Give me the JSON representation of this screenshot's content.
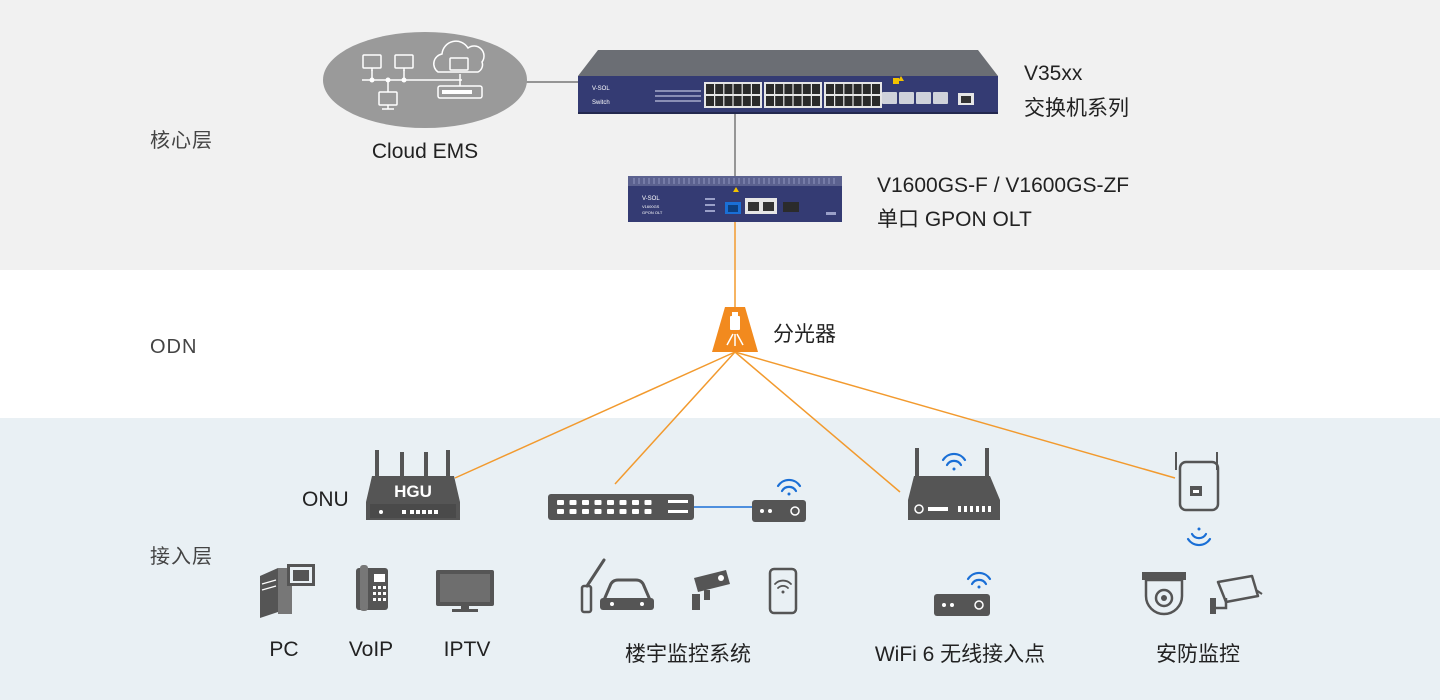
{
  "layers": {
    "core": "核心层",
    "odn": "ODN",
    "access": "接入层"
  },
  "core": {
    "cloud_label": "Cloud EMS",
    "switch_model": "V35xx",
    "switch_desc": "交换机系列",
    "switch_brand": "V-SOL",
    "switch_tag": "Switch",
    "olt_model": "V1600GS-F / V1600GS-ZF",
    "olt_desc": "单口 GPON OLT",
    "olt_brand": "V-SOL",
    "olt_tag1": "V1600GS",
    "olt_tag2": "GPON OLT"
  },
  "odn": {
    "splitter_label": "分光器"
  },
  "access": {
    "onu_label": "ONU",
    "hgu_label": "HGU",
    "endpoints": {
      "pc": "PC",
      "voip": "VoIP",
      "iptv": "IPTV",
      "building": "楼宇监控系统",
      "wifi": "WiFi 6 无线接入点",
      "security": "安防监控"
    }
  },
  "colors": {
    "core_bg": "#f1f1f1",
    "access_bg": "#e9f0f4",
    "fiber": "#f29a2e",
    "device_blue": "#343b73",
    "icon_gray": "#555555",
    "wifi_blue": "#1a6fd6"
  }
}
